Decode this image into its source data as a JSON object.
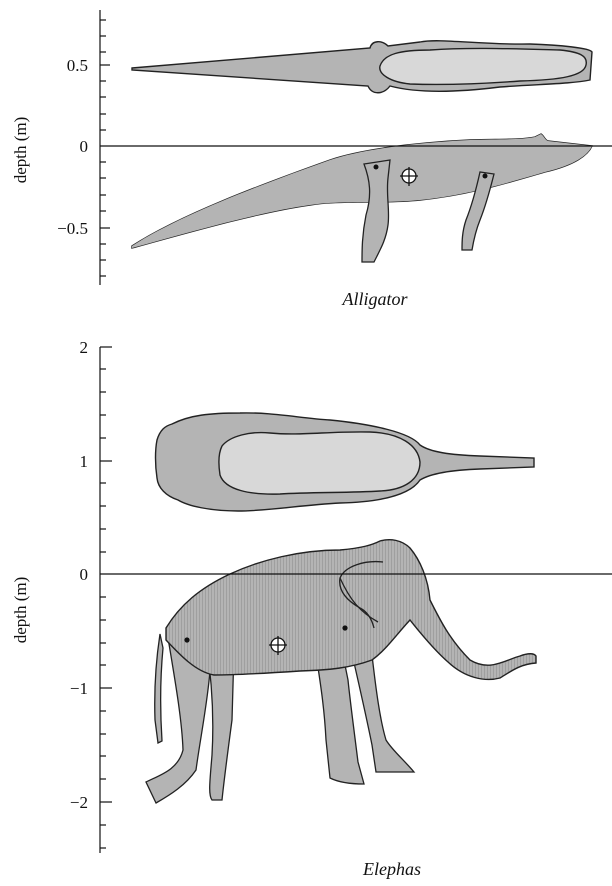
{
  "panels": [
    {
      "caption": "Alligator",
      "ylabel": "depth (m)",
      "tick_labels": [
        "0.5",
        "0",
        "−0.5"
      ]
    },
    {
      "caption": "Elephas",
      "ylabel": "depth (m)",
      "tick_labels": [
        "2",
        "1",
        "0",
        "−1",
        "−2"
      ]
    }
  ],
  "icons": [
    "centre-of-mass-icon",
    "limb-pivot-dot-icon"
  ],
  "colors": {
    "body": "#b4b4b4",
    "submerged_area": "#a8a8a8",
    "dorsal_inner": "#d8d8d8",
    "line": "#222222"
  }
}
